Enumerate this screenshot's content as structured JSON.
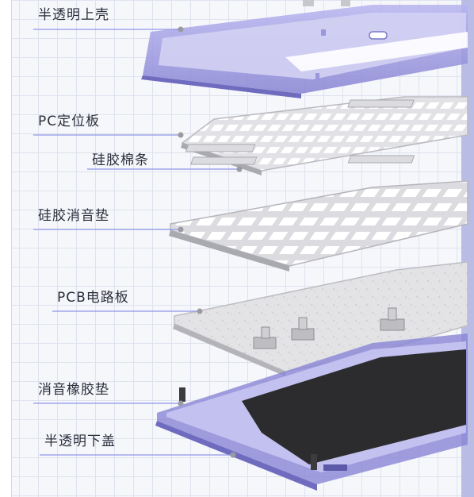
{
  "layers": [
    {
      "label": "半透明上壳"
    },
    {
      "label": "PC定位板"
    },
    {
      "label": "硅胶棉条"
    },
    {
      "label": "硅胶消音垫"
    },
    {
      "label": "PCB电路板"
    },
    {
      "label": "消音橡胶垫"
    },
    {
      "label": "半透明下盖"
    }
  ],
  "colors": {
    "leader_line": "#8f96e8",
    "shell_purple": "#8c89d8",
    "plate_gray": "#d9d9dd",
    "pcb_gray": "#e4e4e6",
    "dark_pad": "#2c2c2e",
    "right_strip": "#b9bde6"
  }
}
